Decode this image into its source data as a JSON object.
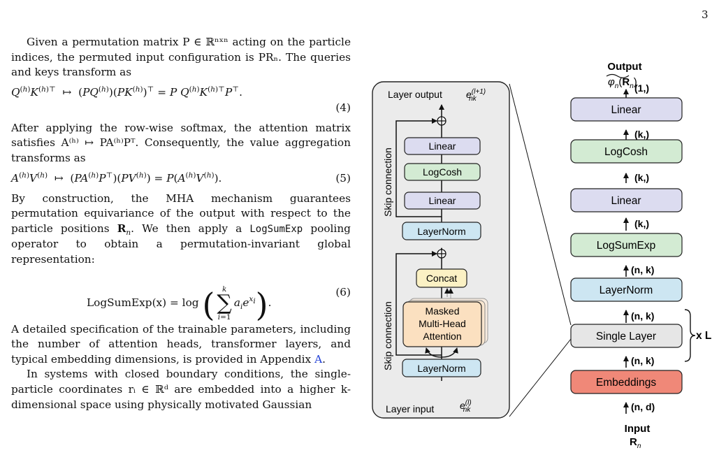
{
  "page_number": "3",
  "text": {
    "p1": "Given a permutation matrix P ∈ ℝⁿˣⁿ acting on the particle indices, the permuted input configuration is PRₙ. The queries and keys transform as",
    "eq4_num": "(4)",
    "p2": "After applying the row-wise softmax, the attention matrix satisfies A⁽ʰ⁾ ↦ PA⁽ʰ⁾Pᵀ. Consequently, the value aggregation transforms as",
    "eq5_num": "(5)",
    "p3_a": "By construction, the MHA mechanism guarantees permutation equivariance of the output with respect to the particle positions",
    "p3_b": ". We then apply a",
    "p3_code": "LogSumExp",
    "p3_c": "pooling operator to obtain a permutation-invariant global representation:",
    "eq6_lhs": "LogSumExp(x) = log",
    "eq6_num": "(6)",
    "p4_a": "A detailed specification of the trainable parameters, including the number of attention heads, transformer layers, and typical embedding dimensions, is provided in Appendix",
    "p4_link": "A",
    "p4_b": ".",
    "p5": "In systems with closed boundary conditions, the single-particle coordinates rᵢ ∈ ℝᵈ are embedded into a higher k-dimensional space using physically motivated Gaussian"
  },
  "diagram": {
    "left_panel": {
      "top_label": "Layer output",
      "bottom_label": "Layer input",
      "skip_label": "Skip connection",
      "boxes": {
        "linear_top": "Linear",
        "logcosh": "LogCosh",
        "linear_mid": "Linear",
        "layernorm_top": "LayerNorm",
        "concat": "Concat",
        "mha_line1": "Masked",
        "mha_line2": "Multi-Head",
        "mha_line3": "Attention",
        "layernorm_bottom": "LayerNorm"
      }
    },
    "right_stack": {
      "output_label": "Output",
      "input_label": "Input",
      "repeat_label": "x L",
      "boxes": {
        "linear_top": "Linear",
        "logcosh": "LogCosh",
        "linear_mid": "Linear",
        "logsumexp": "LogSumExp",
        "layernorm": "LayerNorm",
        "single_layer": "Single Layer",
        "embeddings": "Embeddings"
      },
      "arrow_labels": [
        "(1,)",
        "(k,)",
        "(k,)",
        "(k,)",
        "(n, k)",
        "(n, k)",
        "(n, k)",
        "(n, d)"
      ]
    },
    "colors": {
      "linear": "#dcdcf0",
      "logcosh": "#d3ebd3",
      "layernorm": "#cde6f2",
      "concat": "#fbf1c4",
      "mha": "#fbe0c0",
      "single_layer": "#e6e6e6",
      "embeddings": "#f08878",
      "panel": "#ebebeb"
    }
  }
}
